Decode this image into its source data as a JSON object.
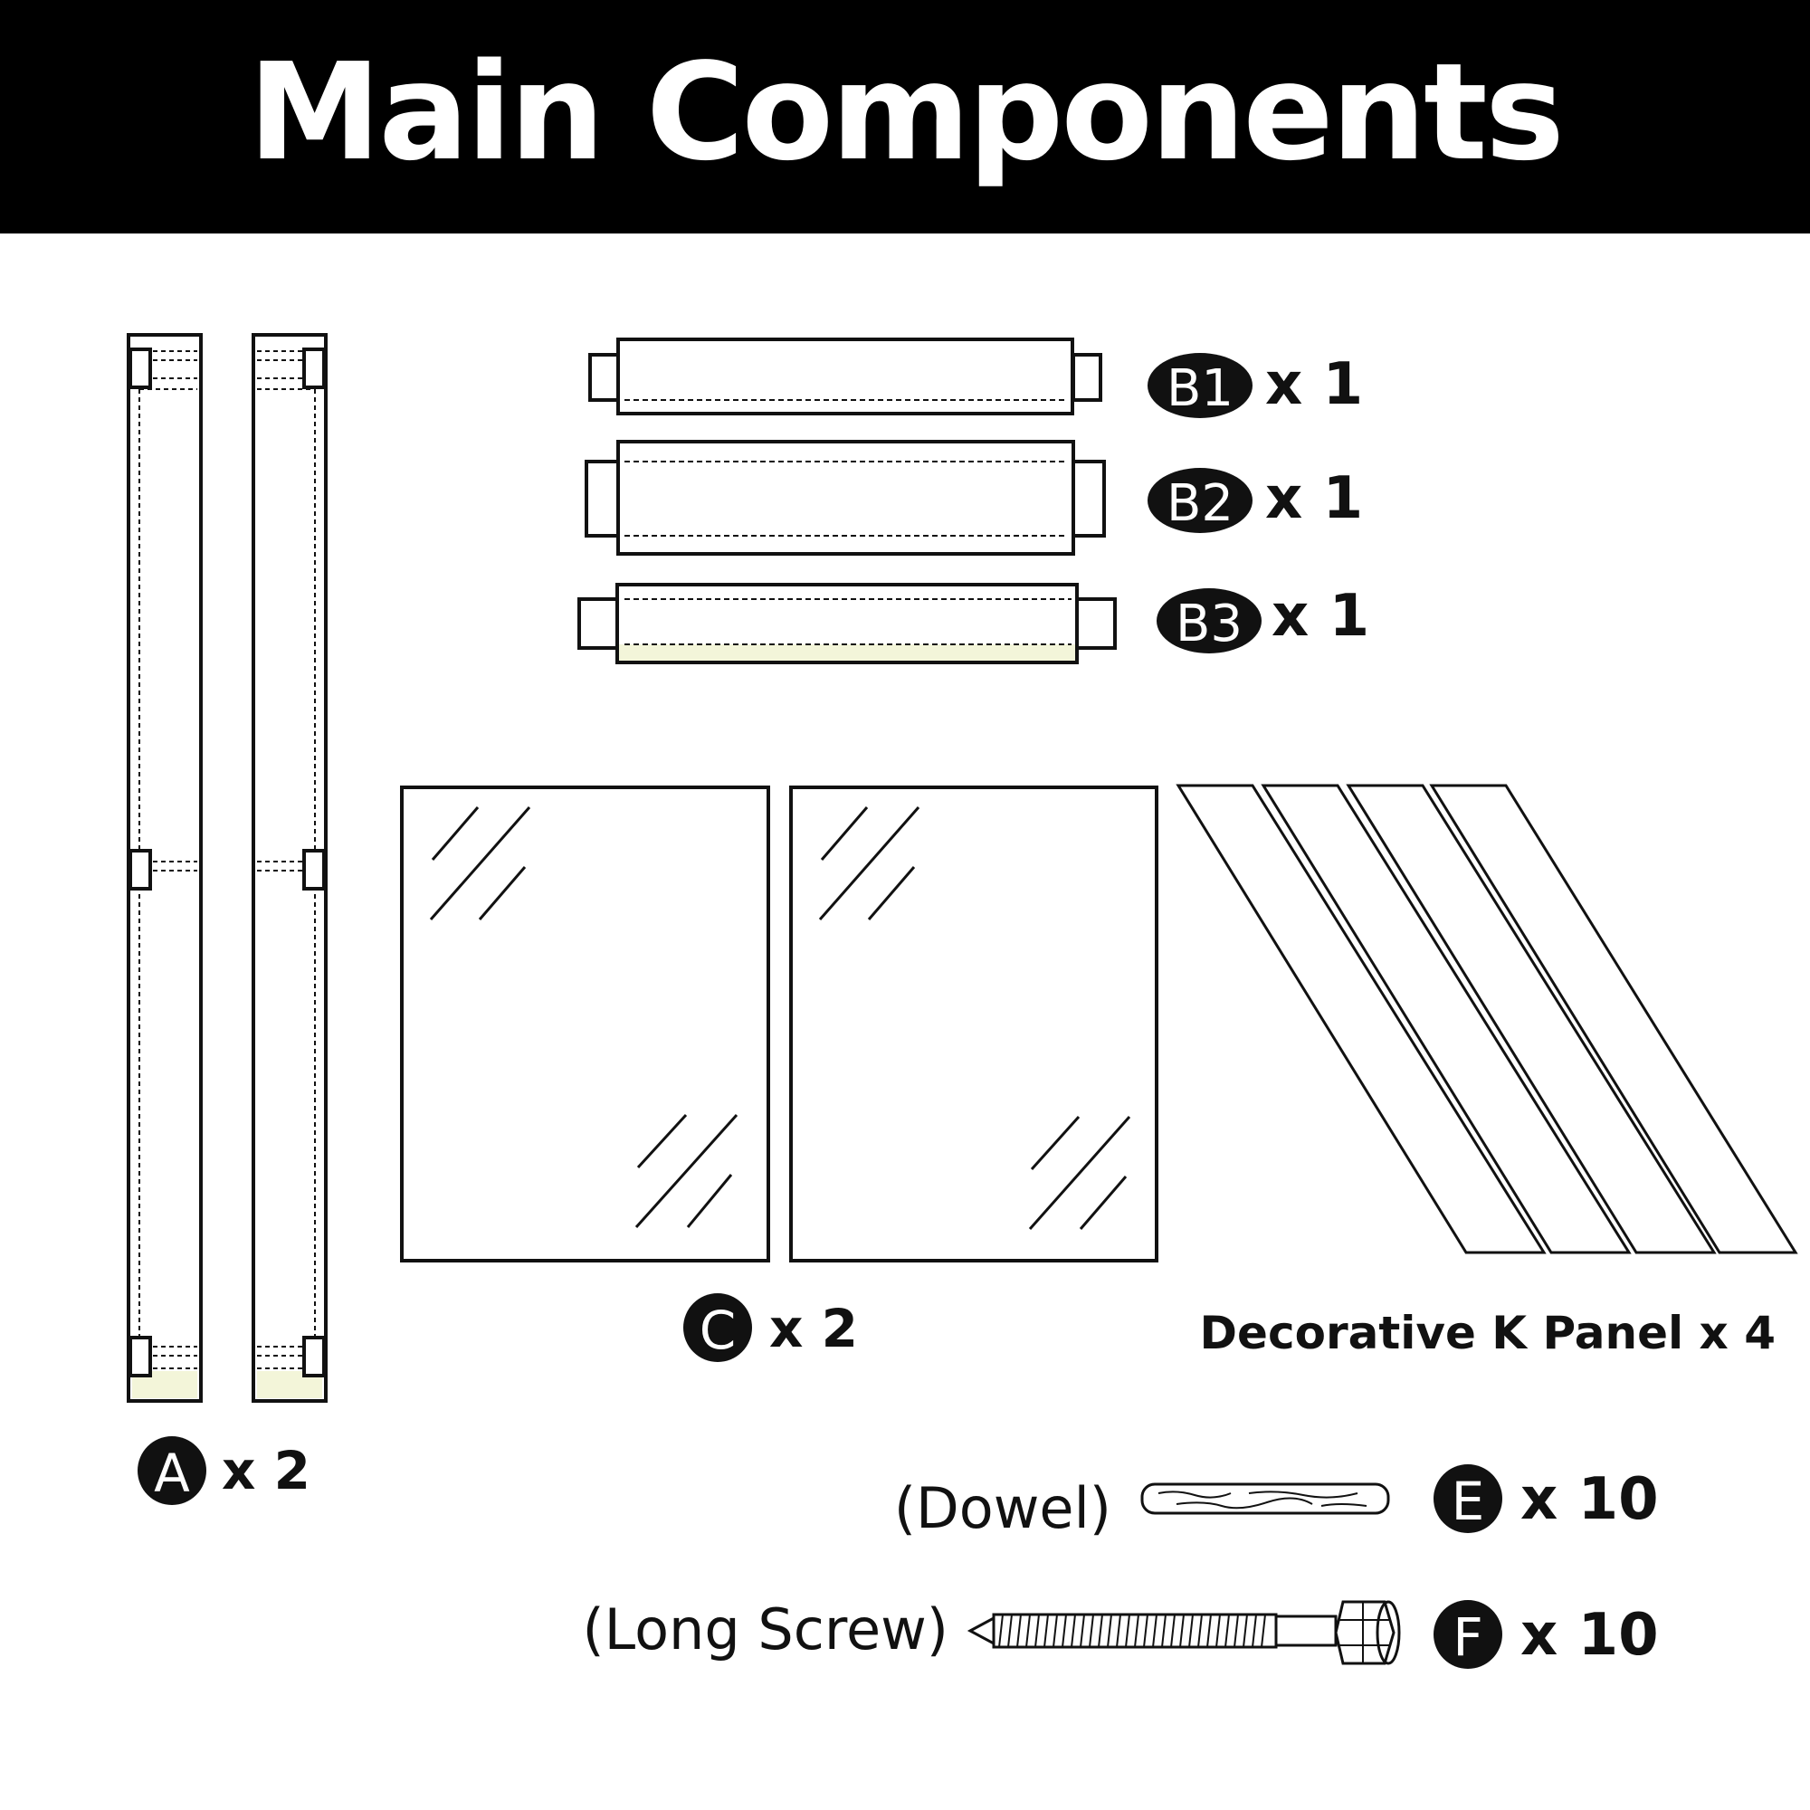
{
  "header": {
    "title": "Main Components"
  },
  "parts": {
    "a": {
      "letter": "A",
      "qty": "x 2"
    },
    "b1": {
      "letter": "B1",
      "qty": "x 1"
    },
    "b2": {
      "letter": "B2",
      "qty": "x 1"
    },
    "b3": {
      "letter": "B3",
      "qty": "x 1"
    },
    "c": {
      "letter": "C",
      "qty": "x 2"
    },
    "k": {
      "label": "Decorative K Panel x 4"
    },
    "e": {
      "name": "(Dowel)",
      "letter": "E",
      "qty": "x 10"
    },
    "f": {
      "name": "(Long Screw)",
      "letter": "F",
      "qty": "x 10"
    }
  },
  "colors": {
    "ink": "#111111",
    "header_bg": "#000000",
    "header_text": "#ffffff",
    "edge_tint": "#f3f5d9"
  }
}
